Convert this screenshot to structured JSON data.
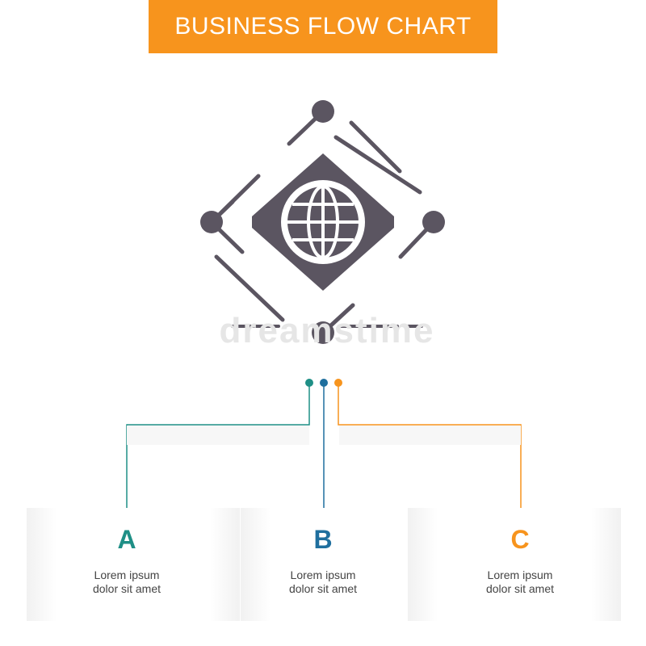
{
  "header": {
    "title": "BUSINESS FLOW CHART"
  },
  "watermark": {
    "text": "dreamstime"
  },
  "colors": {
    "header_bg": "#f7941d",
    "icon": "#5b5561",
    "step_a": "#1f8f86",
    "step_b": "#1f6f9e",
    "step_c": "#f7941d"
  },
  "icon": {
    "name": "globe-network-icon"
  },
  "steps": [
    {
      "letter": "A",
      "line1": "Lorem ipsum",
      "line2": "dolor sit amet"
    },
    {
      "letter": "B",
      "line1": "Lorem ipsum",
      "line2": "dolor sit amet"
    },
    {
      "letter": "C",
      "line1": "Lorem ipsum",
      "line2": "dolor sit amet"
    }
  ]
}
